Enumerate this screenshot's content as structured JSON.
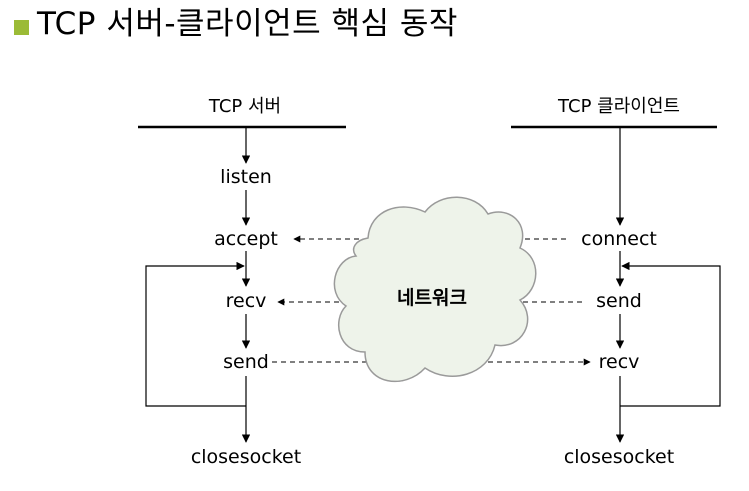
{
  "title": "TCP 서버-클라이언트 핵심 동작",
  "colors": {
    "bullet": "#9bbb36",
    "line": "#000000",
    "cloud_fill": "#eef3ea",
    "cloud_stroke": "#9a9a9a"
  },
  "server": {
    "header": "TCP 서버",
    "steps": [
      "listen",
      "accept",
      "recv",
      "send",
      "closesocket"
    ]
  },
  "client": {
    "header": "TCP 클라이언트",
    "steps": [
      "connect",
      "send",
      "recv",
      "closesocket"
    ]
  },
  "network": {
    "label": "네트워크",
    "icon": "cloud-icon"
  }
}
